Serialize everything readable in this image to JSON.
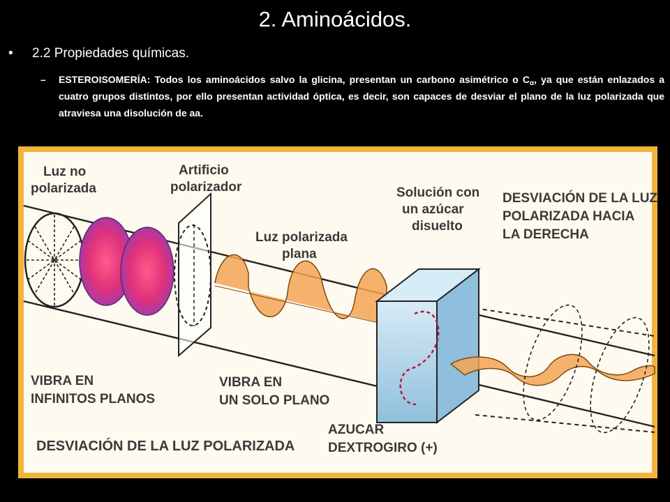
{
  "slide": {
    "title": "2. Aminoácidos.",
    "bullet": "•",
    "heading": "2.2 Propiedades químicas.",
    "dash": "–",
    "paragraph_part1": "ESTEROISOMERÍA: Todos los aminoácidos salvo la glicina, presentan un carbono asimétrico o C",
    "paragraph_sub": "α",
    "paragraph_part2": ", ya que están enlazados a cuatro grupos distintos, por ello presentan actividad óptica, es decir, son capaces de desviar el plano de la luz polarizada que atraviesa una disolución de aa."
  },
  "figure": {
    "labels": {
      "luz_no_1": "Luz no",
      "luz_no_2": "polarizada",
      "artificio_1": "Artificio",
      "artificio_2": "polarizador",
      "plana_1": "Luz polarizada",
      "plana_2": "plana",
      "solucion_1": "Solución con",
      "solucion_2": "un azúcar",
      "solucion_3": "disuelto",
      "desv_1": "DESVIACIÓN DE LA LUZ",
      "desv_2": "POLARIZADA HACIA",
      "desv_3": "LA DERECHA",
      "vibra_inf_1": "VIBRA EN",
      "vibra_inf_2": "INFINITOS PLANOS",
      "vibra_solo_1": "VIBRA EN",
      "vibra_solo_2": "UN SOLO PLANO",
      "azucar_1": "AZUCAR",
      "azucar_2": "DEXTROGIRO (+)",
      "caption": "DESVIACIÓN DE LA LUZ POLARIZADA"
    },
    "colors": {
      "background": "#fefaf0",
      "border_orange": "#f2b43c",
      "wave_orange": "#f5a455",
      "disc_magenta": "#e0317a",
      "disc_purple": "#8a3fc0",
      "box_blue": "#a9cfe6",
      "dashed_red": "#c0143c",
      "ink": "#3a3a3a"
    }
  }
}
